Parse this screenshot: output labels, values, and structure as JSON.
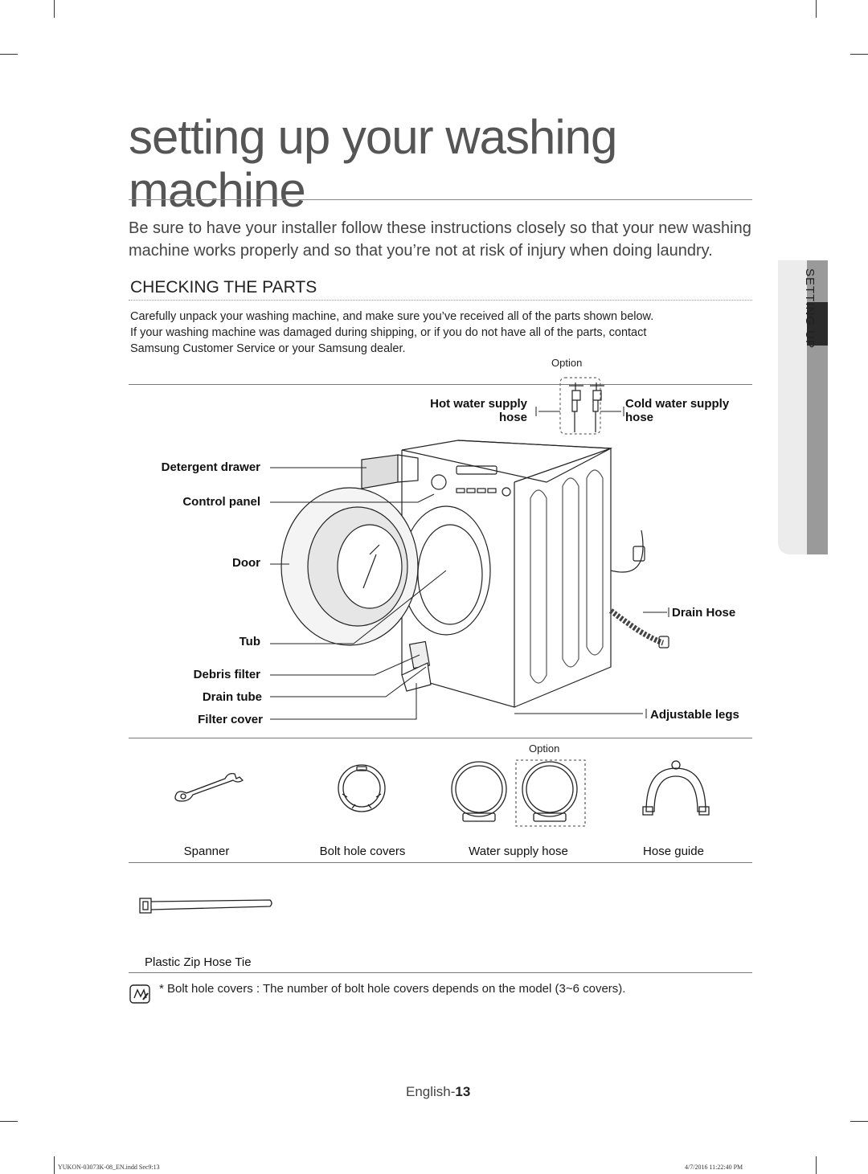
{
  "page": {
    "title_line1": "setting up your washing",
    "title_line2": "machine",
    "intro": "Be sure to have your installer follow these instructions closely so that your new washing machine works properly and so that you’re not at risk of injury when doing laundry.",
    "section_title": "CHECKING THE PARTS",
    "body_line1": "Carefully unpack your washing machine, and make sure you’ve received all of the parts shown below.",
    "body_line2": "If your washing machine was damaged during shipping, or if you do not have all of the parts, contact",
    "body_line3": "Samsung Customer Service or your Samsung dealer.",
    "side_tab": "SETTING UP"
  },
  "diagram": {
    "option_top": "Option",
    "hot_water_1": "Hot water supply",
    "hot_water_2": "hose",
    "cold_water_1": "Cold water supply",
    "cold_water_2": "hose",
    "detergent_drawer": "Detergent drawer",
    "control_panel": "Control panel",
    "door": "Door",
    "tub": "Tub",
    "debris_filter": "Debris filter",
    "drain_tube": "Drain tube",
    "filter_cover": "Filter cover",
    "drain_hose": "Drain Hose",
    "adjustable_legs": "Adjustable legs"
  },
  "accessories": {
    "option": "Option",
    "items": [
      "Spanner",
      "Bolt hole covers",
      "Water supply hose",
      "Hose guide"
    ],
    "zip_tie": "Plastic Zip Hose Tie"
  },
  "note": {
    "text": "* Bolt hole covers : The number of bolt hole covers depends on the model (3~6 covers)."
  },
  "footer": {
    "page_prefix": "English-",
    "page_number": "13",
    "file": "YUKON-03073K-08_EN.indd   Sec9:13",
    "date": "4/7/2016   11:22:40 PM"
  },
  "colors": {
    "title": "#555555",
    "side_tab_dark": "#2a2a2a",
    "side_tab_grey": "#9a9a9a"
  }
}
